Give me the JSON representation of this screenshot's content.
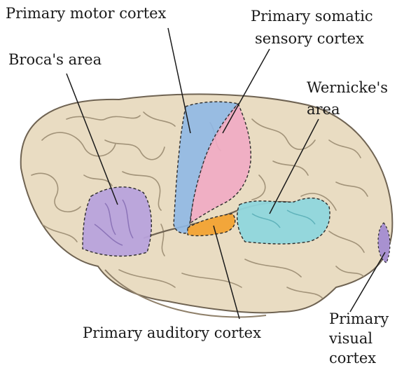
{
  "labels": {
    "primary_motor_cortex": "Primary motor cortex",
    "primary_somatic_sensory_cortex_line1": "Primary somatic",
    "primary_somatic_sensory_cortex_line2": "sensory cortex",
    "brocas_area": "Broca's area",
    "wernickes_area_line1": "Wernicke's",
    "wernickes_area_line2": "area",
    "primary_auditory_cortex": "Primary auditory cortex",
    "primary_visual_cortex_line1": "Primary",
    "primary_visual_cortex_line2": "visual",
    "primary_visual_cortex_line3": "cortex"
  },
  "colors": {
    "brain": "#e9dcc2",
    "sulci": "#8f806a",
    "motor_cortex": "#8fb8e6",
    "somatic_sensory_cortex": "#f0aac4",
    "brocas_area": "#b8a2dc",
    "wernickes_area": "#8fd6dd",
    "auditory_cortex": "#f2a63a",
    "visual_cortex": "#a891d0"
  }
}
